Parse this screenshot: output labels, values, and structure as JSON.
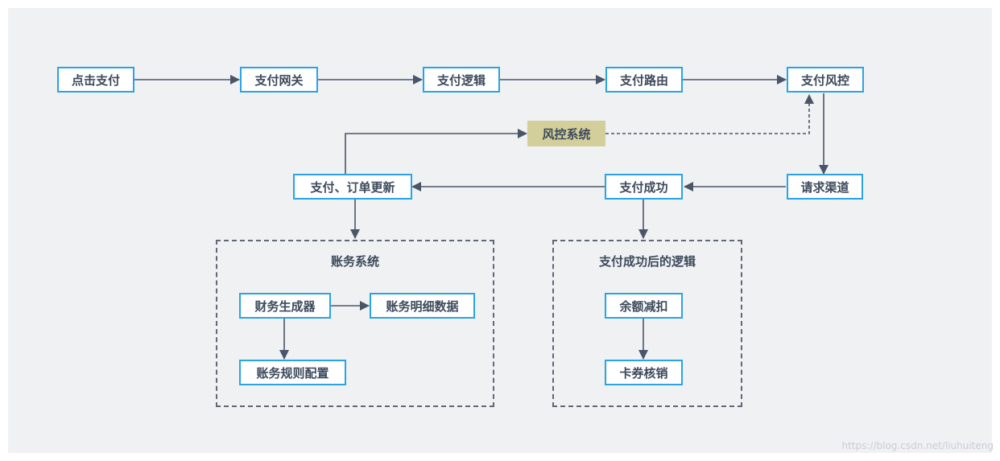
{
  "nodes": {
    "click_pay": "点击支付",
    "gateway": "支付网关",
    "logic": "支付逻辑",
    "routing": "支付路由",
    "risk_control": "支付风控",
    "risk_system": "风控系统",
    "request_channel": "请求渠道",
    "pay_success": "支付成功",
    "order_update": "支付、订单更新"
  },
  "accounting_group": {
    "title": "账务系统",
    "generator": "财务生成器",
    "detail_data": "账务明细数据",
    "rule_config": "账务规则配置"
  },
  "post_success_group": {
    "title": "支付成功后的逻辑",
    "balance_deduct": "余额减扣",
    "coupon_redeem": "卡券核销"
  },
  "watermark": "https://blog.csdn.net/liuhuiteng",
  "colors": {
    "node_border": "#29a3e6",
    "risk_fill": "#d2cf9a",
    "arrow": "#4a5568"
  }
}
